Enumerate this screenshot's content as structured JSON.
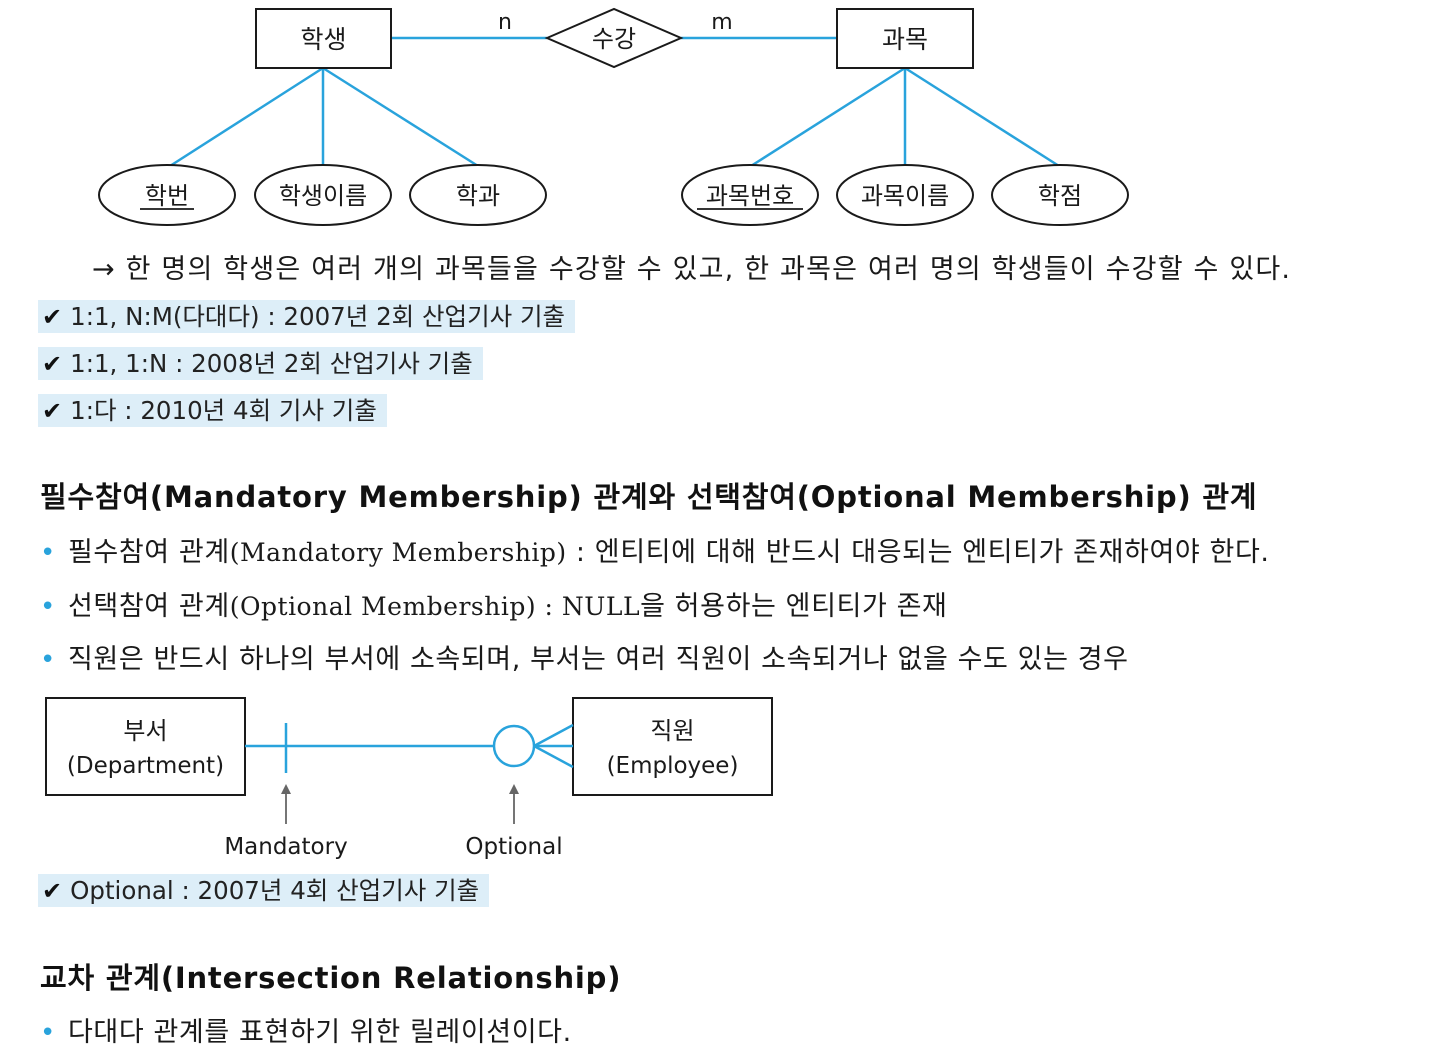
{
  "er_diagram": {
    "entity_left": "학생",
    "entity_right": "과목",
    "relationship": "수강",
    "cardinality_left": "n",
    "cardinality_right": "m",
    "left_attributes": [
      "학번",
      "학생이름",
      "학과"
    ],
    "right_attributes": [
      "과목번호",
      "과목이름",
      "학점"
    ]
  },
  "description": "→ 한 명의 학생은 여러 개의 과목들을 수강할 수 있고, 한 과목은 여러 명의 학생들이 수강할 수 있다.",
  "check_icon": "✔",
  "exam_notes_top": [
    "1:1, N:M(다대다) : 2007년 2회 산업기사 기출",
    "1:1, 1:N : 2008년 2회 산업기사 기출",
    "1:다 : 2010년 4회 기사 기출"
  ],
  "section_membership": {
    "heading": "필수참여(Mandatory Membership) 관계와 선택참여(Optional Membership) 관계",
    "bullets": [
      {
        "pre": "필수참여 관계",
        "latin": "(Mandatory Membership)",
        "post": " : 엔티티에 대해 반드시 대응되는 엔티티가 존재하여야 한다."
      },
      {
        "pre": "선택참여 관계",
        "latin": "(Optional Membership) : NULL",
        "post": "을 허용하는 엔티티가 존재"
      },
      {
        "pre": "직원은 반드시 하나의 부서에 소속되며, 부서는 여러 직원이 소속되거나 없을 수도 있는 경우",
        "latin": "",
        "post": ""
      }
    ]
  },
  "dept_diagram": {
    "left_entity_kr": "부서",
    "left_entity_en": "(Department)",
    "right_entity_kr": "직원",
    "right_entity_en": "(Employee)",
    "mandatory_label": "Mandatory",
    "optional_label": "Optional"
  },
  "exam_note_optional": "Optional : 2007년 4회 산업기사 기출",
  "section_intersection": {
    "heading": "교차 관계(Intersection Relationship)",
    "bullets": [
      "다대다 관계를 표현하기 위한 릴레이션이다."
    ]
  },
  "colors": {
    "line_blue": "#29a3dc",
    "highlight": "#ddeef8",
    "bullet": "#29a3dc"
  }
}
